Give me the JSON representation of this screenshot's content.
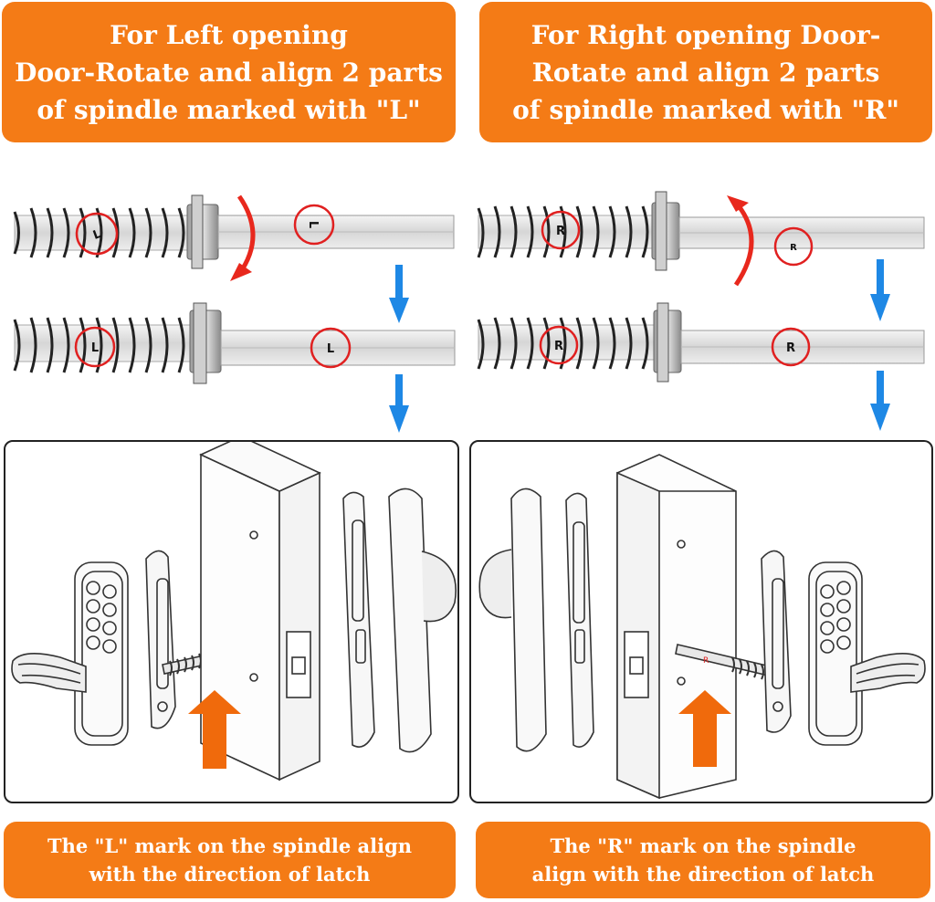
{
  "banners": {
    "top_left": [
      "For Left opening",
      "Door-Rotate and align 2 parts",
      "of spindle marked with \"L\""
    ],
    "top_right": [
      "For Right opening Door-",
      "Rotate and align 2 parts",
      "of spindle marked with \"R\""
    ],
    "bottom_left": [
      "The \"L\" mark on the spindle align",
      "with the direction of latch"
    ],
    "bottom_right": [
      "The \"R\" mark on the spindle",
      "align with the direction of latch"
    ]
  },
  "marks": {
    "left": "L",
    "right": "R"
  },
  "colors": {
    "banner": "#f47b16",
    "rotate_arrow": "#e8281d",
    "down_arrow": "#1e88e5",
    "insert_arrow": "#f06a0c",
    "mark_circle": "#e02020"
  }
}
